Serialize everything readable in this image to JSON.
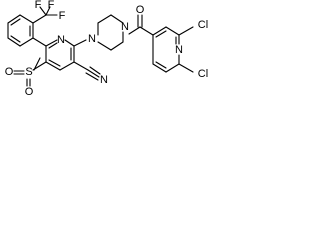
{
  "structure": {
    "atoms": {
      "cf3_f_top": "F",
      "cf3_f_right": "F",
      "cf3_f_left": "F",
      "pyridine_n": "N",
      "piperazine_n_1": "N",
      "piperazine_n_4": "N",
      "carbonyl_o": "O",
      "dichloropyridine_n": "N",
      "chloro_top": "Cl",
      "chloro_bottom": "Cl",
      "sulfonyl_s": "S",
      "sulfonyl_o_left": "O",
      "sulfonyl_o_bottom": "O",
      "nitrile_n": "N"
    }
  }
}
